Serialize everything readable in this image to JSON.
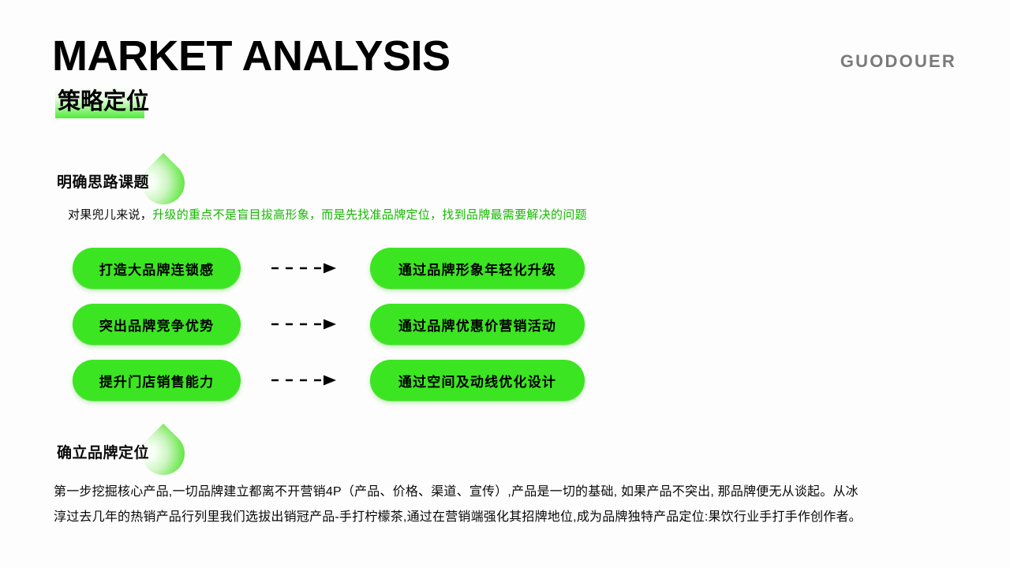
{
  "header": {
    "title_main": "MARKET ANALYSIS",
    "title_sub": "策略定位",
    "brand": "GUODOUER"
  },
  "sections": [
    {
      "head": "明确思路课题",
      "lead_black": "对果兜儿来说，",
      "lead_green": "升级的重点不是盲目拔高形象，而是先找准品牌定位，找到品牌最需要解决的问题"
    },
    {
      "head": "确立品牌定位"
    }
  ],
  "flow_rows": [
    {
      "from": "打造大品牌连锁感",
      "to": "通过品牌形象年轻化升级"
    },
    {
      "from": "突出品牌竞争优势",
      "to": "通过品牌优惠价营销活动"
    },
    {
      "from": "提升门店销售能力",
      "to": "通过空间及动线优化设计"
    }
  ],
  "paragraph": {
    "line1": "第一步挖掘核心产品,一切品牌建立都离不开营销4P（产品、价格、渠道、宣传）,产品是一切的基础, 如果产品不突出, 那品牌便无从谈起。从冰",
    "line2": "淳过去几年的热销产品行列里我们选拔出销冠产品-手打柠檬茶,通过在营销端强化其招牌地位,成为品牌独特产品定位:果饮行业手打手作创作者。"
  },
  "colors": {
    "green_pill": "#3ce521",
    "green_text": "#15b800",
    "logo_gray": "#7a7a7a",
    "background": "#fdfdfd"
  }
}
